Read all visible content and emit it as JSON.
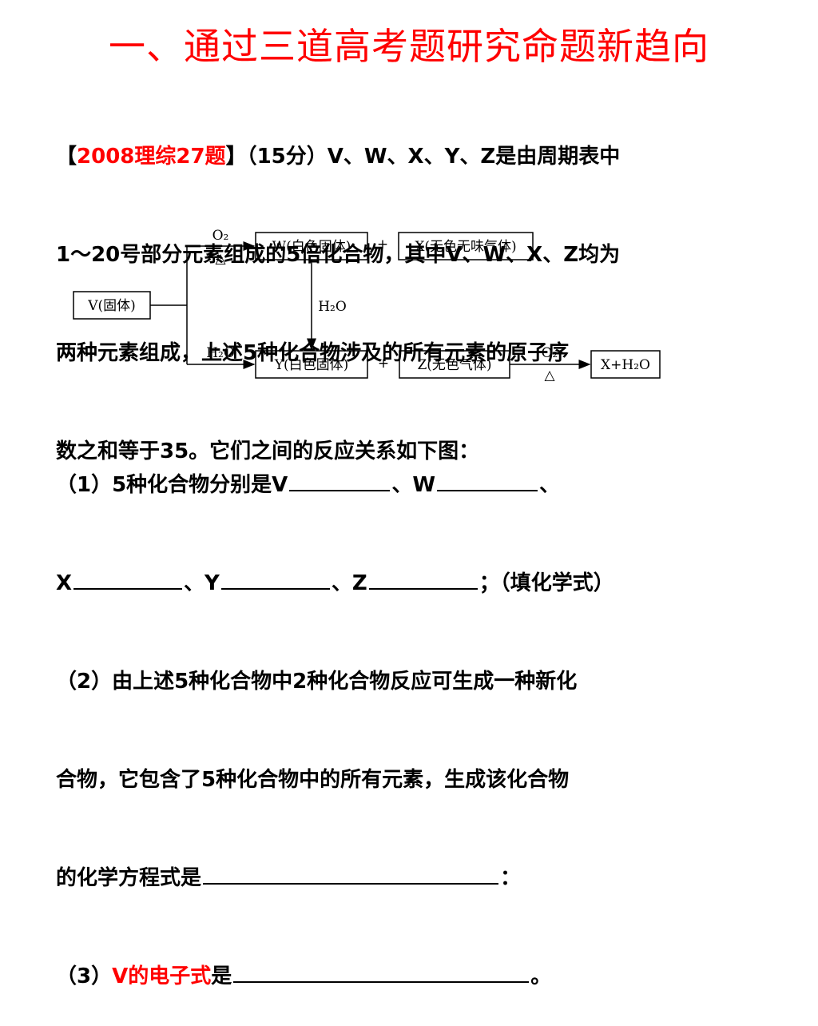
{
  "title": "一、通过三道高考题研究命题新趋向",
  "intro": {
    "open_bracket": "【",
    "source": "2008理综27题",
    "close_bracket": "】",
    "line1": "（15分）V、W、X、Y、Z是由周期表中",
    "line2": "1～20号部分元素组成的5倍化合物，其中V、W、X、Z均为",
    "line3": "两种元素组成，上述5种化合物涉及的所有元素的原子序",
    "line4": "数之和等于35。它们之间的反应关系如下图："
  },
  "diagram": {
    "v_box": "V(固体)",
    "w_box": "W(白色固体)",
    "x_box": "X(无色无味气体)",
    "y_box": "Y(白色固体)",
    "z_box": "Z(无色气体)",
    "product_box": "X+H₂O",
    "plus_top": "+",
    "plus_bottom": "+",
    "o2_top": "O₂",
    "delta_top": "△",
    "h2o_mid": "H₂O",
    "h2o_bottom": "H₂O",
    "o2_right": "O₂",
    "delta_right": "△"
  },
  "q1": {
    "line1_prefix": "（1）5种化合物分别是V",
    "sep_w": "、W",
    "line1_end": "、",
    "x_label": "X",
    "sep_y": "、Y",
    "sep_z": "、Z",
    "line2_end": "；（填化学式）"
  },
  "q2": {
    "line1": "（2）由上述5种化合物中2种化合物反应可生成一种新化",
    "line2": "合物，它包含了5种化合物中的所有元素，生成该化合物",
    "line3_prefix": "的化学方程式是",
    "line3_end": "："
  },
  "q3": {
    "prefix": "（3）",
    "highlight": "V的电子式",
    "mid": "是",
    "end": "。"
  }
}
